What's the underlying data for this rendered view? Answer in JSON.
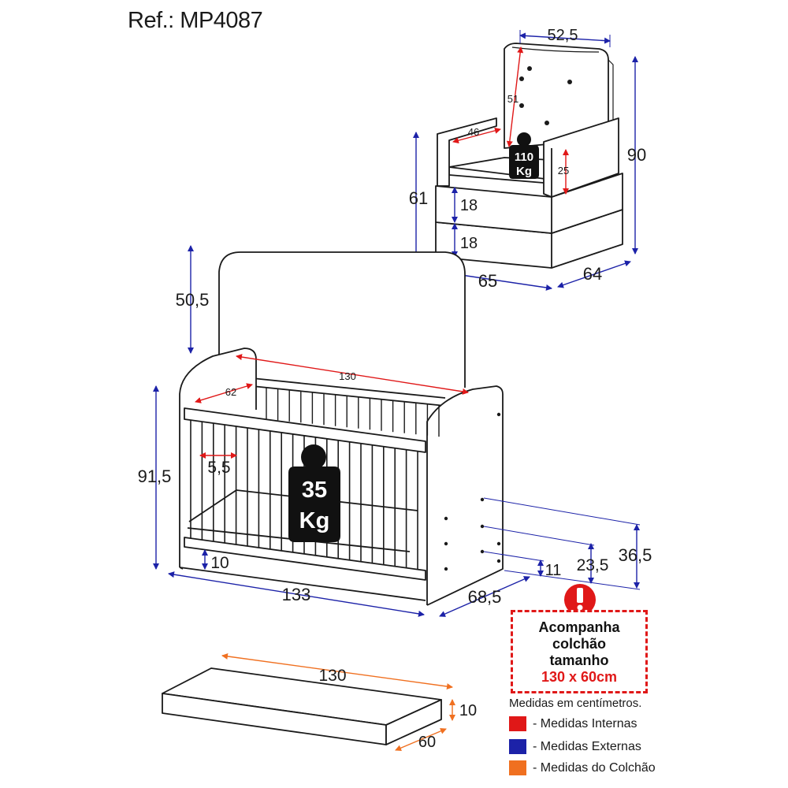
{
  "reference": "Ref.: MP4087",
  "colors": {
    "internal": "#e01818",
    "external": "#1c22a8",
    "mattress": "#f07020",
    "outline": "#1a1a1a"
  },
  "armchair": {
    "dims": {
      "width_top": "52,5",
      "height_total": "90",
      "backrest_height": "51",
      "seat_depth": "46",
      "arm_inner_height": "25",
      "side_height": "61",
      "base_upper": "18",
      "base_lower": "18",
      "width": "65",
      "depth": "64"
    },
    "weight_number": "110",
    "weight_unit": "Kg"
  },
  "crib": {
    "dims": {
      "headboard_height": "50,5",
      "inner_length": "130",
      "inner_width": "62",
      "slat_gap": "5,5",
      "total_height": "91,5",
      "bottom_clearance": "10",
      "length": "133",
      "depth": "68,5",
      "height_level_1": "11",
      "height_level_2": "23,5",
      "height_level_3": "36,5"
    },
    "weight_number": "35",
    "weight_unit": "Kg"
  },
  "mattress": {
    "length": "130",
    "height": "10",
    "width": "60"
  },
  "notice": {
    "line1": "Acompanha",
    "line2": "colchão",
    "line3": "tamanho",
    "size": "130 x 60cm"
  },
  "units_note": "Medidas em centímetros.",
  "legend": [
    {
      "label": "- Medidas Internas",
      "color": "#e01818"
    },
    {
      "label": "- Medidas Externas",
      "color": "#1c22a8"
    },
    {
      "label": "- Medidas do Colchão",
      "color": "#f07020"
    }
  ]
}
